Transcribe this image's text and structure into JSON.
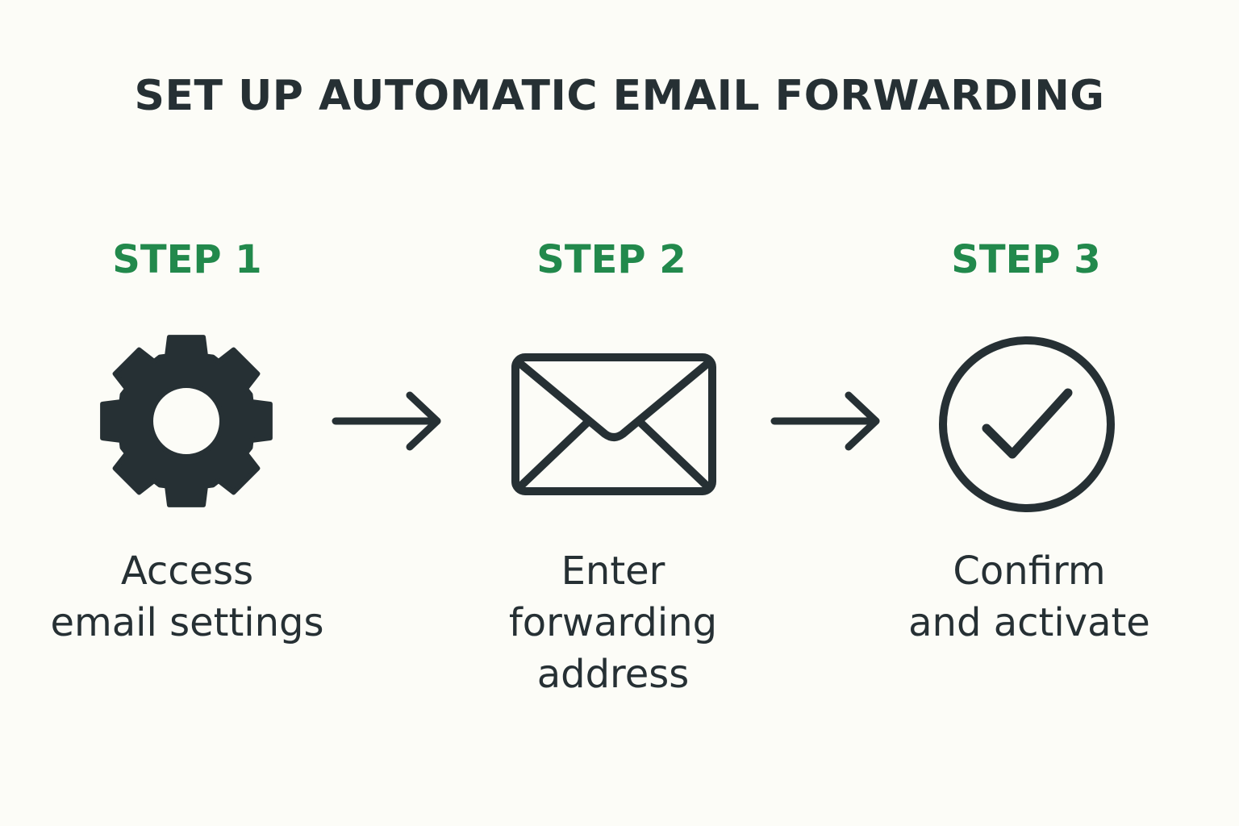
{
  "title": "SET UP AUTOMATIC EMAIL FORWARDING",
  "colors": {
    "background": "#fcfcf7",
    "ink": "#263034",
    "accent": "#22894c"
  },
  "steps": [
    {
      "heading": "STEP 1",
      "icon": "gear-icon",
      "caption_lines": [
        "Access",
        "email settings"
      ]
    },
    {
      "heading": "STEP 2",
      "icon": "envelope-icon",
      "caption_lines": [
        "Enter",
        "forwarding",
        "address"
      ]
    },
    {
      "heading": "STEP 3",
      "icon": "check-circle-icon",
      "caption_lines": [
        "Confirm",
        "and activate"
      ]
    }
  ],
  "connectors": [
    "arrow-right-icon",
    "arrow-right-icon"
  ]
}
